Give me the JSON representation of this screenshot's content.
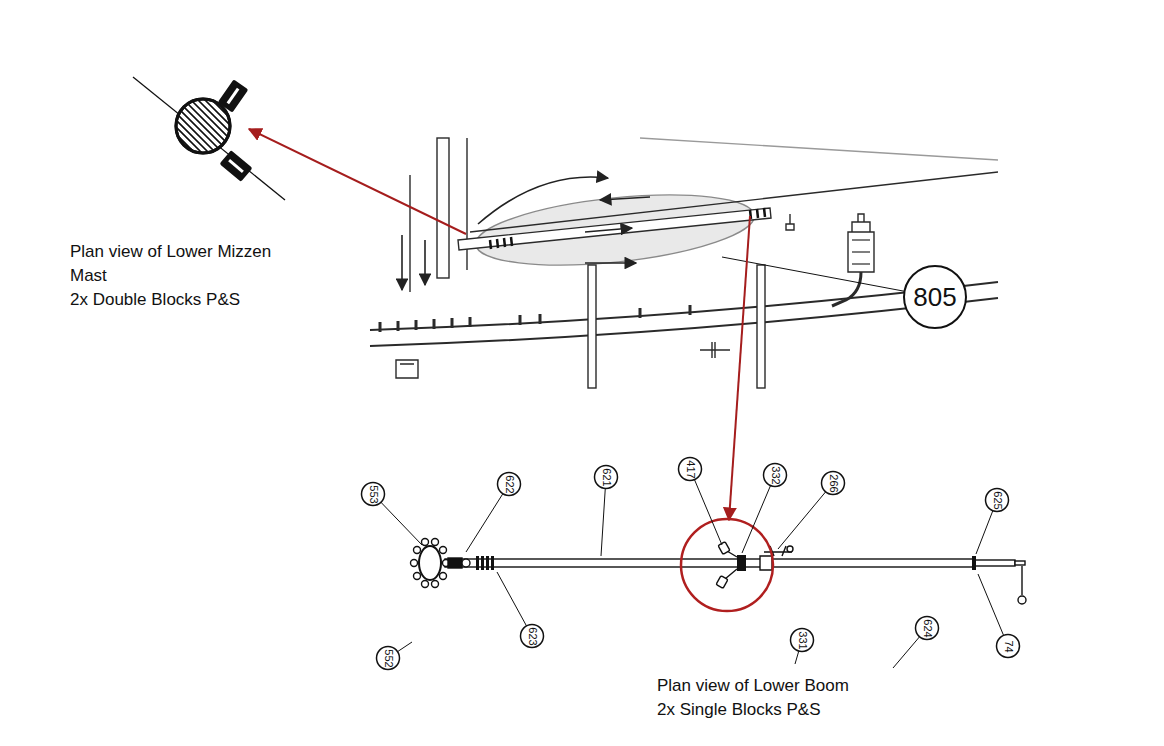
{
  "diagram": {
    "nodes": [
      {
        "text": [
          "805"
        ]
      },
      {
        "text": [
          "553"
        ]
      },
      {
        "text": [
          "622"
        ]
      },
      {
        "text": [
          "621"
        ]
      },
      {
        "text": [
          "417"
        ]
      },
      {
        "text": [
          "332"
        ]
      },
      {
        "text": [
          "266"
        ]
      },
      {
        "text": [
          "625"
        ]
      },
      {
        "text": [
          "623"
        ]
      },
      {
        "text": [
          "331"
        ]
      },
      {
        "text": [
          "624"
        ]
      },
      {
        "text": [
          "74"
        ]
      },
      {
        "text": [
          "552"
        ]
      }
    ],
    "labels": [
      "Plan view of Lower Mizzen Mast",
      "2x Double Blocks P&S",
      "Plan view of Lower Boom",
      "2x Single Blocks P&S"
    ]
  }
}
